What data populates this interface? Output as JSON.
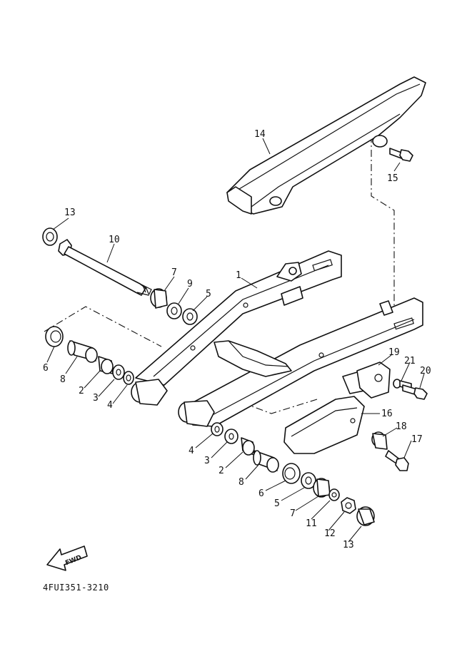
{
  "diagram_code": "4FUI351-3210",
  "fwd_label": "FWD",
  "callouts": {
    "c1": "1",
    "c2a": "2",
    "c2b": "2",
    "c3a": "3",
    "c3b": "3",
    "c4a": "4",
    "c4b": "4",
    "c5a": "5",
    "c5b": "5",
    "c6a": "6",
    "c6b": "6",
    "c7a": "7",
    "c7b": "7",
    "c8a": "8",
    "c8b": "8",
    "c9": "9",
    "c10": "10",
    "c11": "11",
    "c12": "12",
    "c13a": "13",
    "c13b": "13",
    "c14": "14",
    "c15": "15",
    "c16": "16",
    "c17": "17",
    "c18": "18",
    "c19": "19",
    "c20": "20",
    "c21": "21"
  }
}
